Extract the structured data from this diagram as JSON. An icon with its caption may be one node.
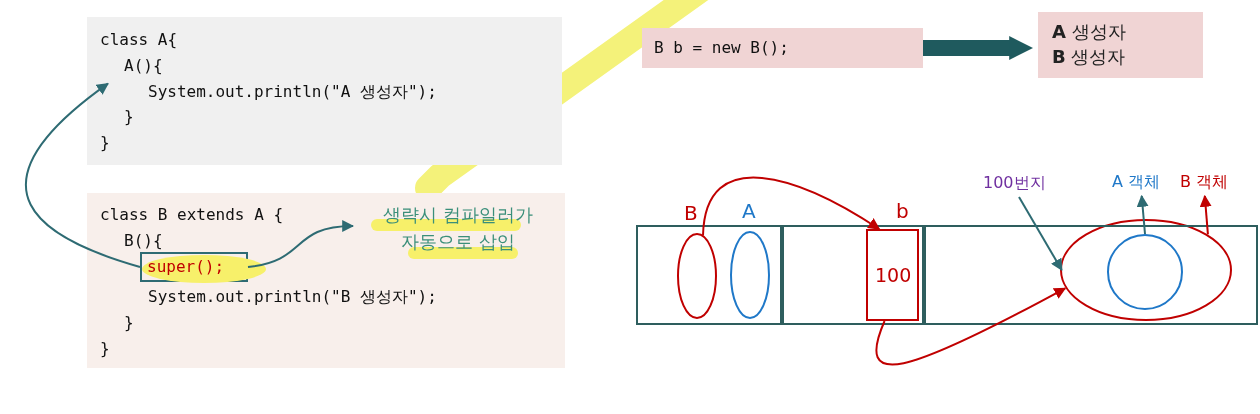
{
  "diagram": {
    "nodes": [
      {
        "text": [
          "class A{",
          "A(){",
          "System.out.println(\"A 생성자\");",
          "}",
          "}"
        ]
      },
      {
        "text": [
          "class B extends A {",
          "B(){",
          "System.out.println(\"B 생성자\");",
          "}",
          "}"
        ]
      },
      {
        "text": [
          "super();"
        ],
        "in": 1
      },
      {
        "text": [
          "생략시 컴파일러가 자동으로 삽입"
        ],
        "in": 1
      },
      {
        "text": [
          "B b = new B();"
        ]
      },
      {
        "text": [
          "**A** 생성자",
          "**B** 생성자"
        ]
      },
      {
        "text": [],
        "shape": "box"
      },
      {
        "text": [],
        "shape": "ellipse",
        "in": 6,
        "beside": [
          "B"
        ]
      },
      {
        "text": [],
        "shape": "ellipse",
        "in": 6,
        "beside": [
          "A"
        ]
      },
      {
        "text": [],
        "shape": "box"
      },
      {
        "text": [
          "100"
        ],
        "in": 9,
        "beside": [
          "b"
        ]
      },
      {
        "text": [],
        "shape": "box"
      },
      {
        "text": [],
        "shape": "ellipse",
        "in": 11
      },
      {
        "text": [],
        "shape": "circle",
        "in": 12
      },
      {
        "text": [
          "A 객체"
        ]
      },
      {
        "text": [
          "B 객체"
        ]
      },
      {
        "text": [
          "100번지"
        ]
      }
    ],
    "edges": [
      {
        "from": 2,
        "to": 0,
        "arrow": "to"
      },
      {
        "from": 2,
        "to": 3,
        "arrow": "to"
      },
      {
        "from": 4,
        "to": 5,
        "arrow": "to",
        "style": "thick"
      },
      {
        "from": 7,
        "to": 10,
        "arrow": "to",
        "color": "#c00000"
      },
      {
        "from": 10,
        "to": 12,
        "arrow": "to",
        "color": "#c00000"
      },
      {
        "from": 16,
        "to": 12,
        "arrow": "to"
      },
      {
        "from": 13,
        "to": 14,
        "arrow": "to"
      },
      {
        "from": 12,
        "to": 15,
        "arrow": "to",
        "color": "#c00000"
      }
    ]
  }
}
